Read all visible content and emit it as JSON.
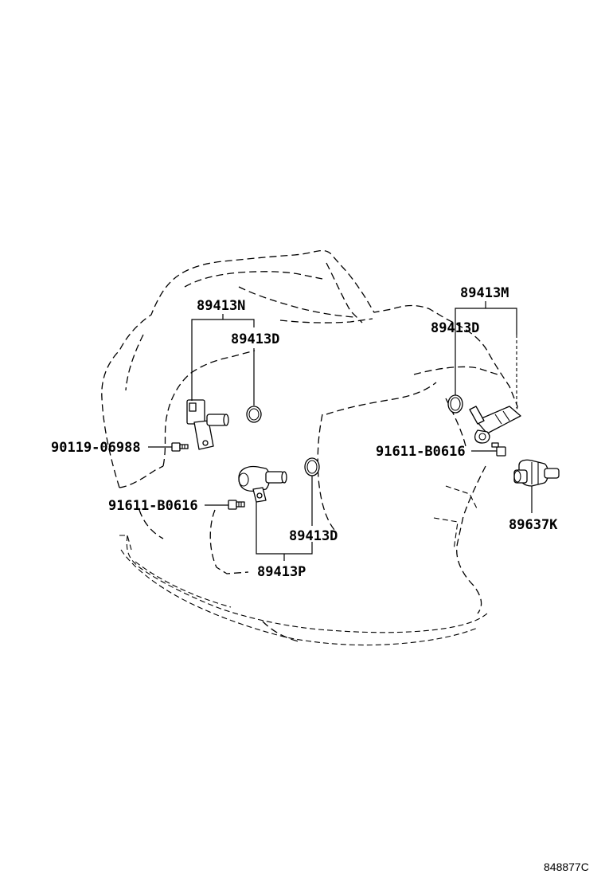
{
  "labels": {
    "sensor_n": "89413N",
    "oring_upper_left": "89413D",
    "bolt_left_upper": "90119-06988",
    "bolt_left_lower": "91611-B0616",
    "oring_lower": "89413D",
    "sensor_p": "89413P",
    "sensor_m": "89413M",
    "oring_upper_right": "89413D",
    "bolt_right": "91611-B0616",
    "sensor_k": "89637K"
  },
  "figure_id": "848877C"
}
